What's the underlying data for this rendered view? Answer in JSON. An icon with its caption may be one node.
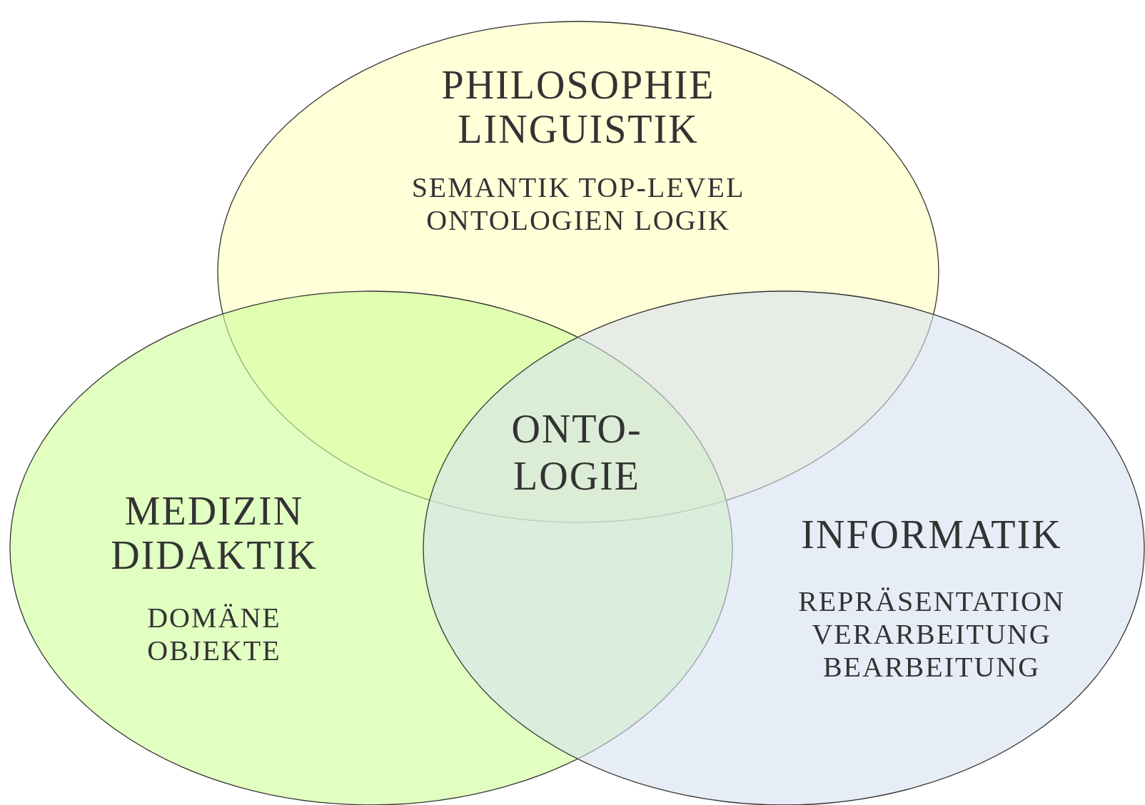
{
  "diagram": {
    "nodes": [
      {
        "text": [
          "PHILOSOPHIE LINGUISTIK",
          "SEMANTIK TOP-LEVEL ONTOLOGIEN LOGIK"
        ]
      },
      {
        "text": [
          "MEDIZIN DIDAKTIK",
          "DOMÄNE OBJEKTE"
        ]
      },
      {
        "text": [
          "INFORMATIK",
          "REPRÄSENTATION VERARBEITUNG BEARBEITUNG"
        ]
      }
    ],
    "edges": [],
    "labels": [
      "ONTO- LOGIE"
    ]
  }
}
